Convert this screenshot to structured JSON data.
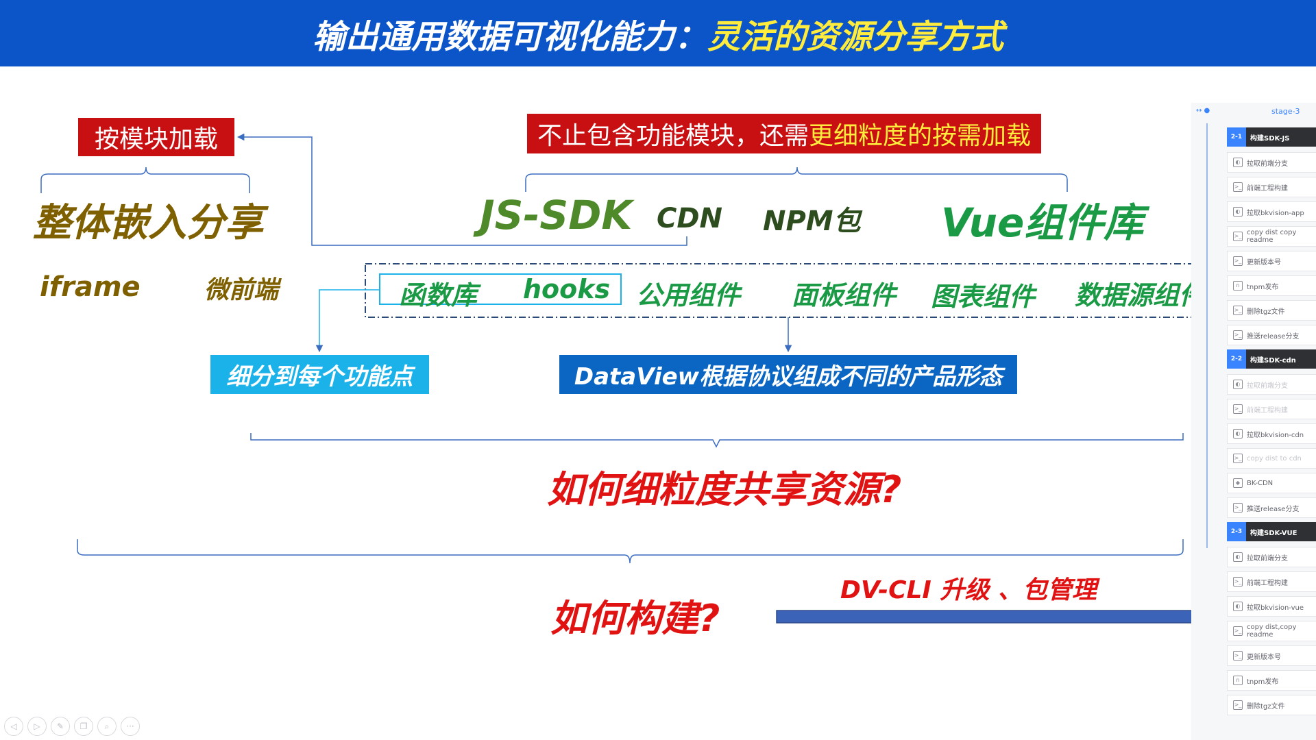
{
  "header": {
    "title_main": "输出通用数据可视化能力：",
    "title_accent": "灵活的资源分享方式"
  },
  "left": {
    "module_load_label": "按模块加载",
    "heading": "整体嵌入分享",
    "iframe": "iframe",
    "micro_frontend": "微前端"
  },
  "center": {
    "notice_prefix": "不止包含功能模块，还需",
    "notice_highlight": "更细粒度的按需加载",
    "js_sdk": "JS-SDK",
    "cdn": "CDN",
    "npm": "NPM包",
    "vue_lib": "Vue组件库",
    "items": [
      "函数库",
      "hooks",
      "公用组件",
      "面板组件",
      "图表组件",
      "数据源组件"
    ],
    "granular_label": "细分到每个功能点",
    "dataview_label": "DataView根据协议组成不同的产品形态",
    "question_share": "如何细粒度共享资源?",
    "question_build": "如何构建?",
    "build_answer": "DV-CLI 升级 、包管理"
  },
  "colors": {
    "header_bg": "#0b55c9",
    "accent_yellow": "#ffec3d",
    "red_box": "#c80f12",
    "olive": "#7f6000",
    "green": "#1a9a45",
    "question_red": "#e11212",
    "cyan_tag": "#1bb2ea",
    "blue_tag": "#0a66c2",
    "arrow_blue": "#3a6cc0"
  },
  "sidebar": {
    "stage_label": "stage-3",
    "steps": [
      {
        "kind": "stage",
        "num": "2-1",
        "label": "构建SDK-JS"
      },
      {
        "kind": "step",
        "label": "拉取前端分支",
        "icon": "git-icon"
      },
      {
        "kind": "step",
        "label": "前端工程构建",
        "icon": "terminal-icon"
      },
      {
        "kind": "step",
        "label": "拉取bkvision-app",
        "icon": "git-icon"
      },
      {
        "kind": "step",
        "label": "copy dist copy readme",
        "icon": "terminal-icon"
      },
      {
        "kind": "step",
        "label": "更新版本号",
        "icon": "terminal-icon"
      },
      {
        "kind": "step",
        "label": "tnpm发布",
        "icon": "npm-icon"
      },
      {
        "kind": "step",
        "label": "删除tgz文件",
        "icon": "terminal-icon"
      },
      {
        "kind": "step",
        "label": "推送release分支",
        "icon": "terminal-icon"
      },
      {
        "kind": "stage",
        "num": "2-2",
        "label": "构建SDK-cdn"
      },
      {
        "kind": "step",
        "label": "拉取前端分支",
        "icon": "git-icon",
        "muted": true
      },
      {
        "kind": "step",
        "label": "前端工程构建",
        "icon": "terminal-icon",
        "muted": true
      },
      {
        "kind": "step",
        "label": "拉取bkvision-cdn",
        "icon": "git-icon"
      },
      {
        "kind": "step",
        "label": "copy dist to cdn",
        "icon": "terminal-icon",
        "muted": true
      },
      {
        "kind": "step",
        "label": "BK-CDN",
        "icon": "upload-icon"
      },
      {
        "kind": "step",
        "label": "推送release分支",
        "icon": "terminal-icon"
      },
      {
        "kind": "stage",
        "num": "2-3",
        "label": "构建SDK-VUE"
      },
      {
        "kind": "step",
        "label": "拉取前端分支",
        "icon": "git-icon"
      },
      {
        "kind": "step",
        "label": "前端工程构建",
        "icon": "terminal-icon"
      },
      {
        "kind": "step",
        "label": "拉取bkvision-vue",
        "icon": "git-icon"
      },
      {
        "kind": "step",
        "label": "copy dist,copy readme",
        "icon": "terminal-icon"
      },
      {
        "kind": "step",
        "label": "更新版本号",
        "icon": "terminal-icon"
      },
      {
        "kind": "step",
        "label": "tnpm发布",
        "icon": "npm-icon"
      },
      {
        "kind": "step",
        "label": "删除tgz文件",
        "icon": "terminal-icon"
      }
    ]
  },
  "player_controls": [
    "prev-icon",
    "next-icon",
    "pen-icon",
    "copy-icon",
    "zoom-icon",
    "more-icon"
  ]
}
